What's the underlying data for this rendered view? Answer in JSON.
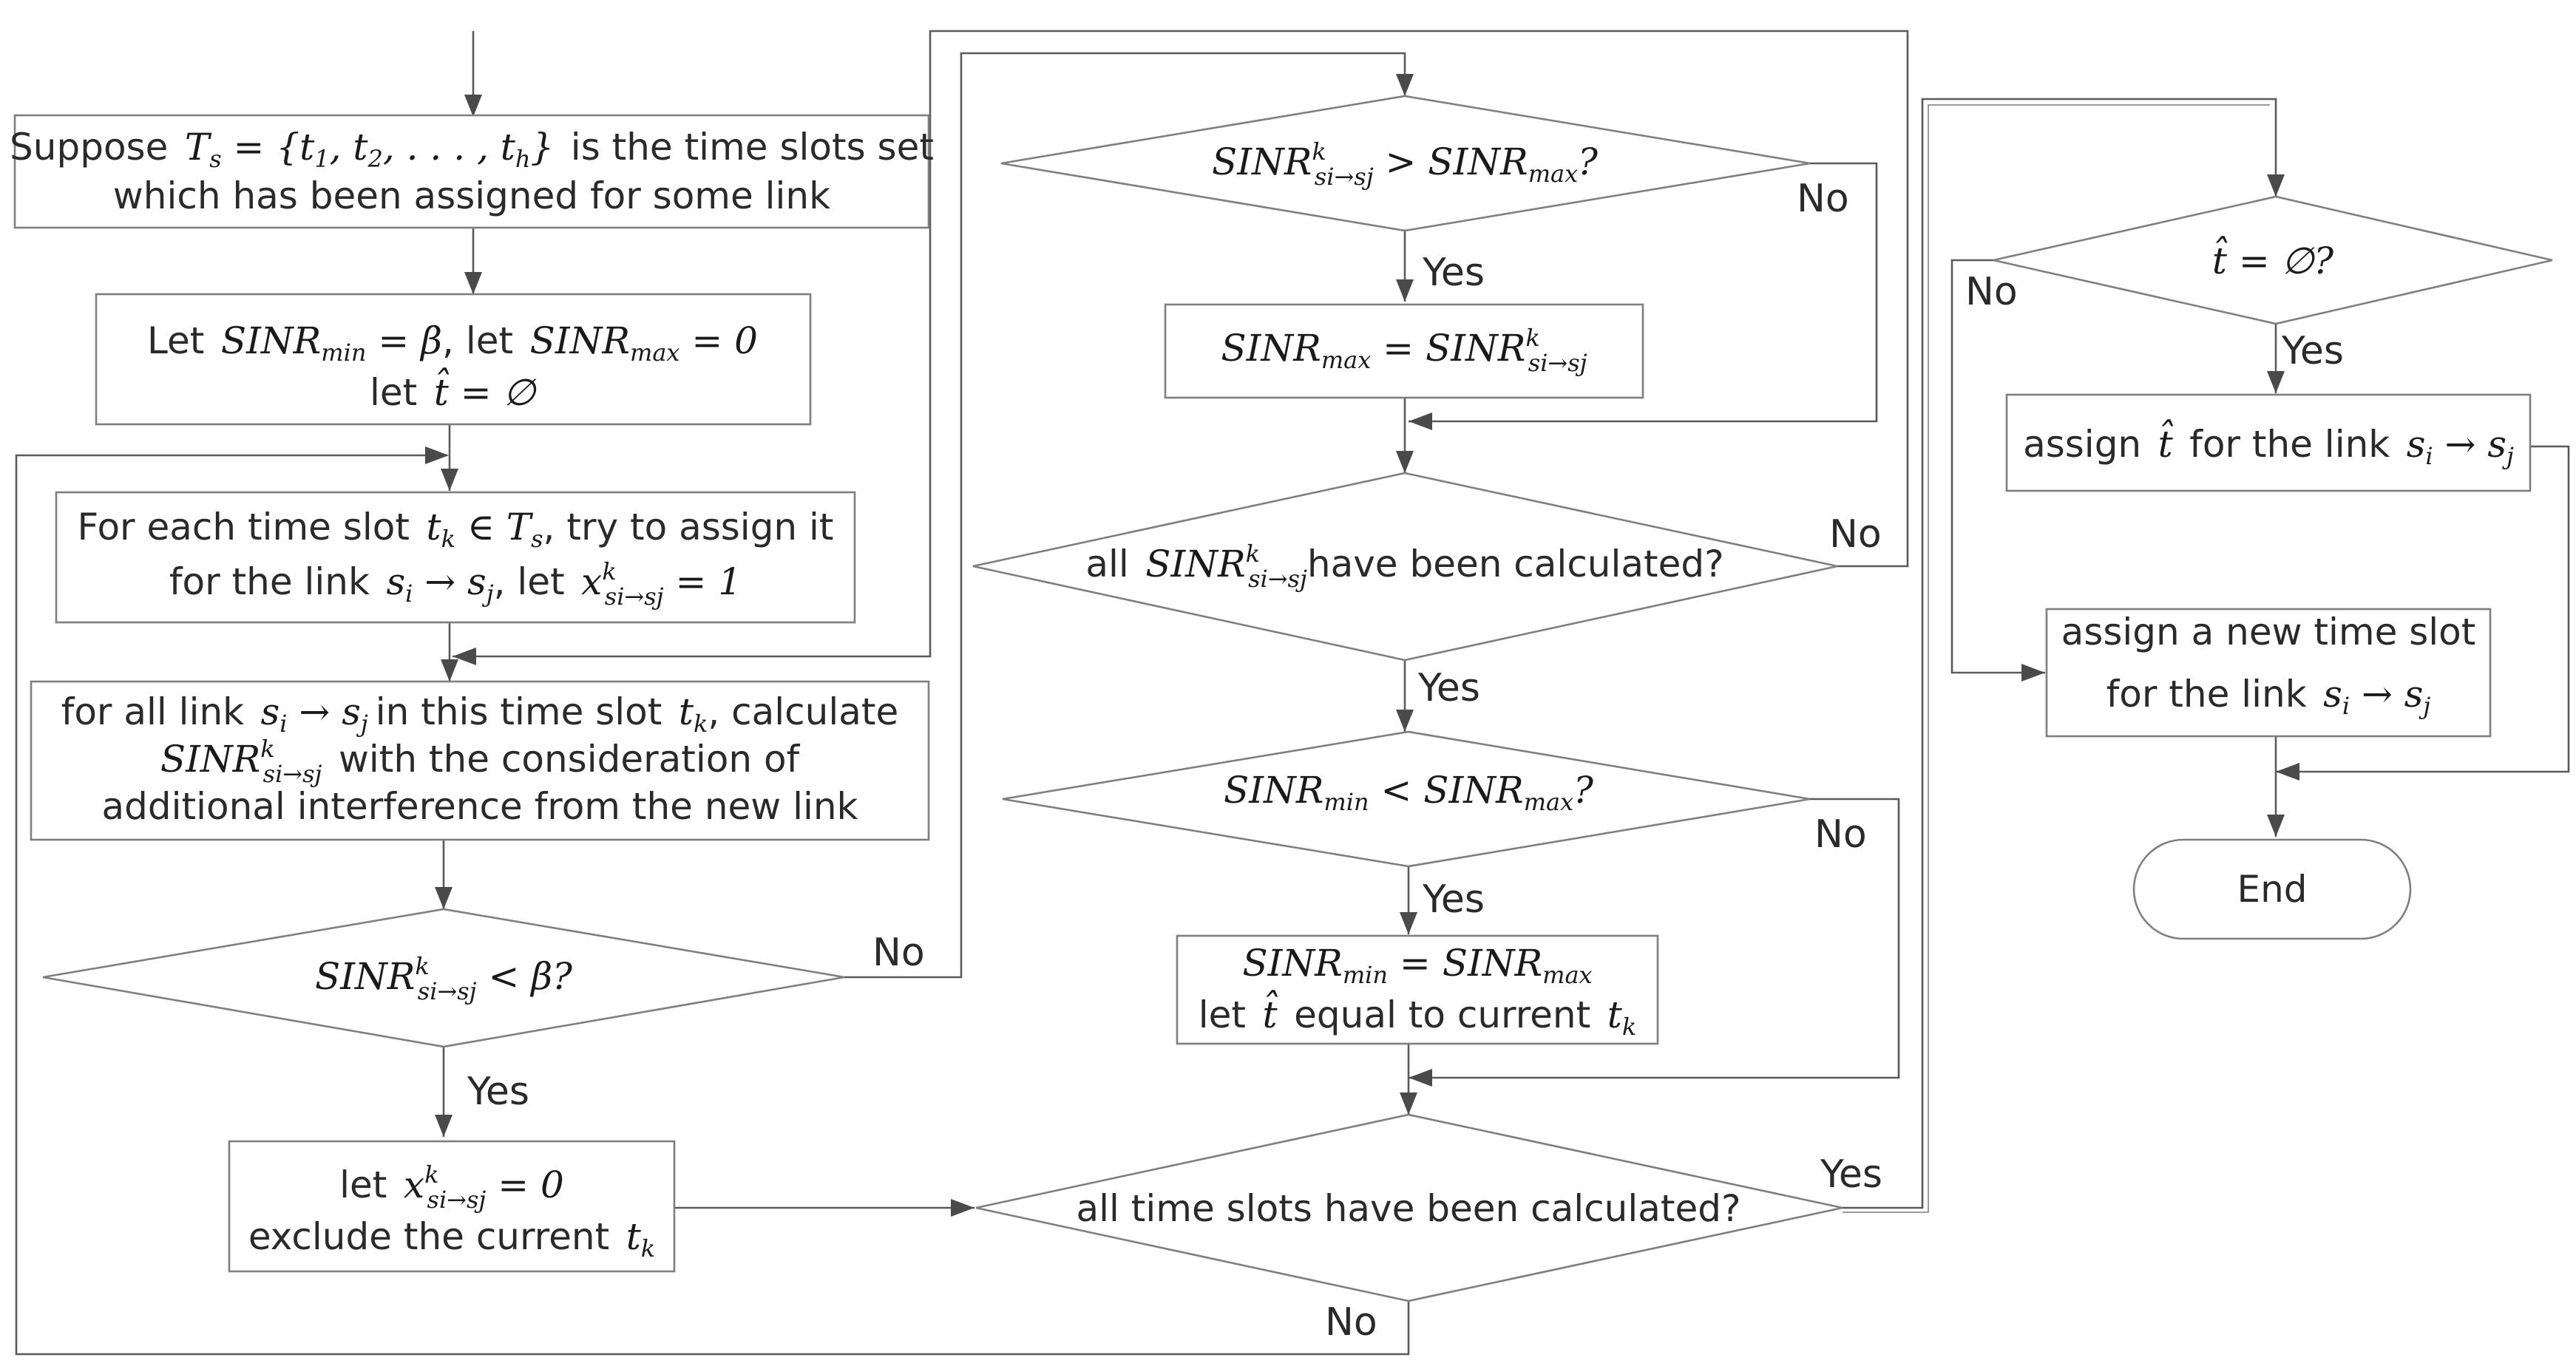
{
  "nodes": {
    "suppose": {
      "line1_pre": "Suppose",
      "line1_math": "T_s = {t_1, t_2, ..., t_h}",
      "line1_post": "is the time slots set",
      "line2": "which has been assigned for some link"
    },
    "init": {
      "line1_let_a": "Let",
      "line1_math_a": "SINR_min = β",
      "line1_let_b": ", let",
      "line1_math_b": "SINR_max = 0",
      "line2_let": "let",
      "line2_math": "t̂ = ∅"
    },
    "for_each": {
      "line1_pre": "For each time slot",
      "line1_math": "t_k ∈ T_s",
      "line1_post": ", try to assign it",
      "line2_pre": "for the link",
      "line2_math_a": "s_i → s_j",
      "line2_mid": ", let",
      "line2_math_b": "x^k_{s_i→s_j} = 1"
    },
    "calc": {
      "line1_pre": "for all link",
      "line1_math_a": "s_i → s_j",
      "line1_mid": "in this time slot",
      "line1_math_b": "t_k",
      "line1_post": ", calculate",
      "line2_math": "SINR^k_{s_i→s_j}",
      "line2_post": "with the consideration of",
      "line3": "additional interference from the new link"
    },
    "check_beta": {
      "math": "SINR^k_{s_i→s_j} < β?"
    },
    "exclude": {
      "line1_pre": "let",
      "line1_math": "x^k_{s_i→s_j} = 0",
      "line2_pre": "exclude the current",
      "line2_math": "t_k"
    },
    "check_max": {
      "math": "SINR^k_{s_i→s_j} > SINR_max?"
    },
    "set_max": {
      "math": "SINR_max = SINR^k_{s_i→s_j}"
    },
    "all_sinr": {
      "pre": "all",
      "math": "SINR^k_{s_i→s_j}",
      "post": "have been calculated?"
    },
    "check_min_max": {
      "math": "SINR_min < SINR_max?"
    },
    "set_min": {
      "line1_math": "SINR_min = SINR_max",
      "line2_pre": "let",
      "line2_math": "t̂",
      "line2_mid": "equal to current",
      "line2_math_b": "t_k"
    },
    "all_slots": {
      "text": "all time slots have been calculated?"
    },
    "check_empty": {
      "math": "t̂ = ∅?"
    },
    "assign_t": {
      "pre": "assign",
      "math_a": "t̂",
      "mid": "for the link",
      "math_b": "s_i → s_j"
    },
    "assign_new": {
      "line1": "assign a new time slot",
      "line2_pre": "for the link",
      "line2_math": "s_i → s_j"
    },
    "end": {
      "text": "End"
    }
  },
  "edge_labels": {
    "yes": "Yes",
    "no": "No"
  }
}
